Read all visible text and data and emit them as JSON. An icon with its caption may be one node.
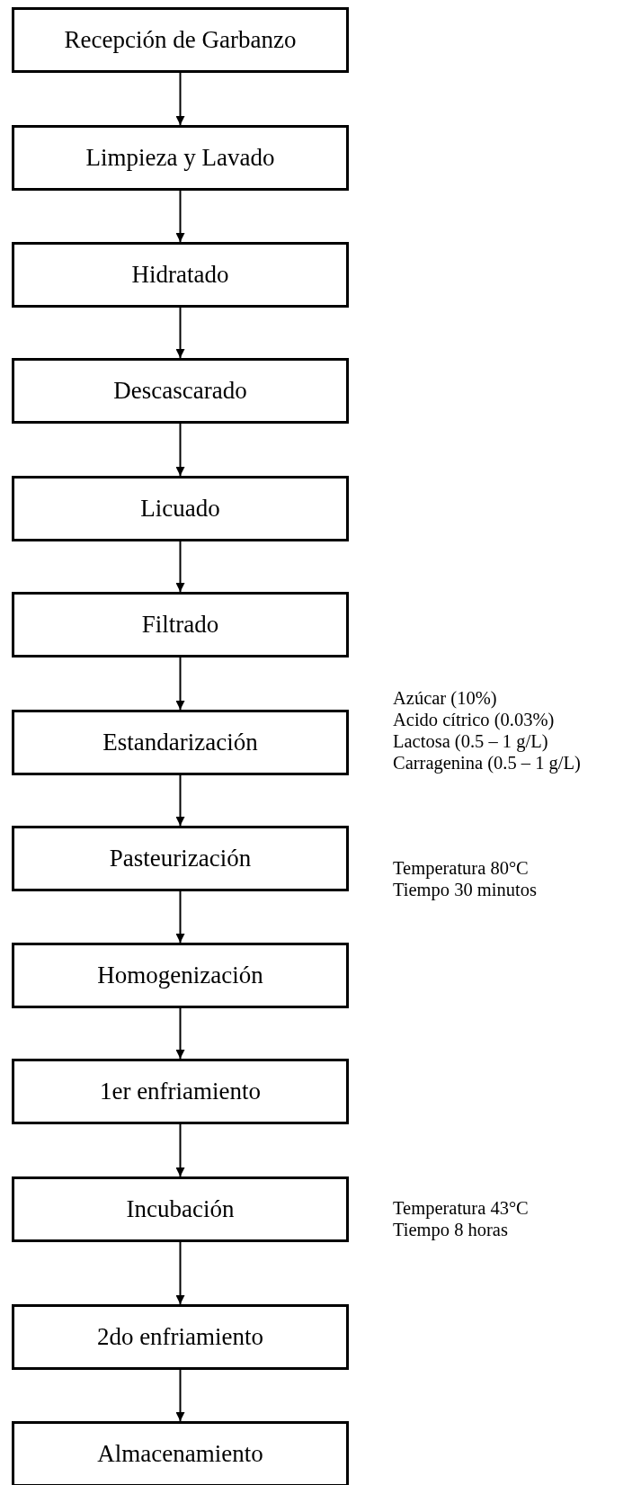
{
  "diagram": {
    "nodes": [
      {
        "text": [
          "Recepción de Garbanzo"
        ]
      },
      {
        "text": [
          "Limpieza y Lavado"
        ]
      },
      {
        "text": [
          "Hidratado"
        ]
      },
      {
        "text": [
          "Descascarado"
        ]
      },
      {
        "text": [
          "Licuado"
        ]
      },
      {
        "text": [
          "Filtrado"
        ]
      },
      {
        "text": [
          "Estandarización"
        ],
        "beside": [
          "Azúcar (10%)",
          "Acido cítrico (0.03%)",
          "Lactosa (0.5 – 1 g/L)",
          "Carragenina (0.5 – 1 g/L)"
        ]
      },
      {
        "text": [
          "Pasteurización"
        ],
        "beside": [
          "Temperatura 80°C",
          "Tiempo 30 minutos"
        ]
      },
      {
        "text": [
          "Homogenización"
        ]
      },
      {
        "text": [
          "1er enfriamiento"
        ]
      },
      {
        "text": [
          "Incubación"
        ],
        "beside": [
          "Temperatura 43°C",
          "Tiempo 8 horas"
        ]
      },
      {
        "text": [
          "2do enfriamiento"
        ]
      },
      {
        "text": [
          "Almacenamiento"
        ]
      }
    ],
    "edges": [
      {
        "from": 0,
        "to": 1,
        "arrow": "to"
      },
      {
        "from": 1,
        "to": 2,
        "arrow": "to"
      },
      {
        "from": 2,
        "to": 3,
        "arrow": "to"
      },
      {
        "from": 3,
        "to": 4,
        "arrow": "to"
      },
      {
        "from": 4,
        "to": 5,
        "arrow": "to"
      },
      {
        "from": 5,
        "to": 6,
        "arrow": "to"
      },
      {
        "from": 6,
        "to": 7,
        "arrow": "to"
      },
      {
        "from": 7,
        "to": 8,
        "arrow": "to"
      },
      {
        "from": 8,
        "to": 9,
        "arrow": "to"
      },
      {
        "from": 9,
        "to": 10,
        "arrow": "to"
      },
      {
        "from": 10,
        "to": 11,
        "arrow": "to"
      },
      {
        "from": 11,
        "to": 12,
        "arrow": "to"
      }
    ]
  }
}
